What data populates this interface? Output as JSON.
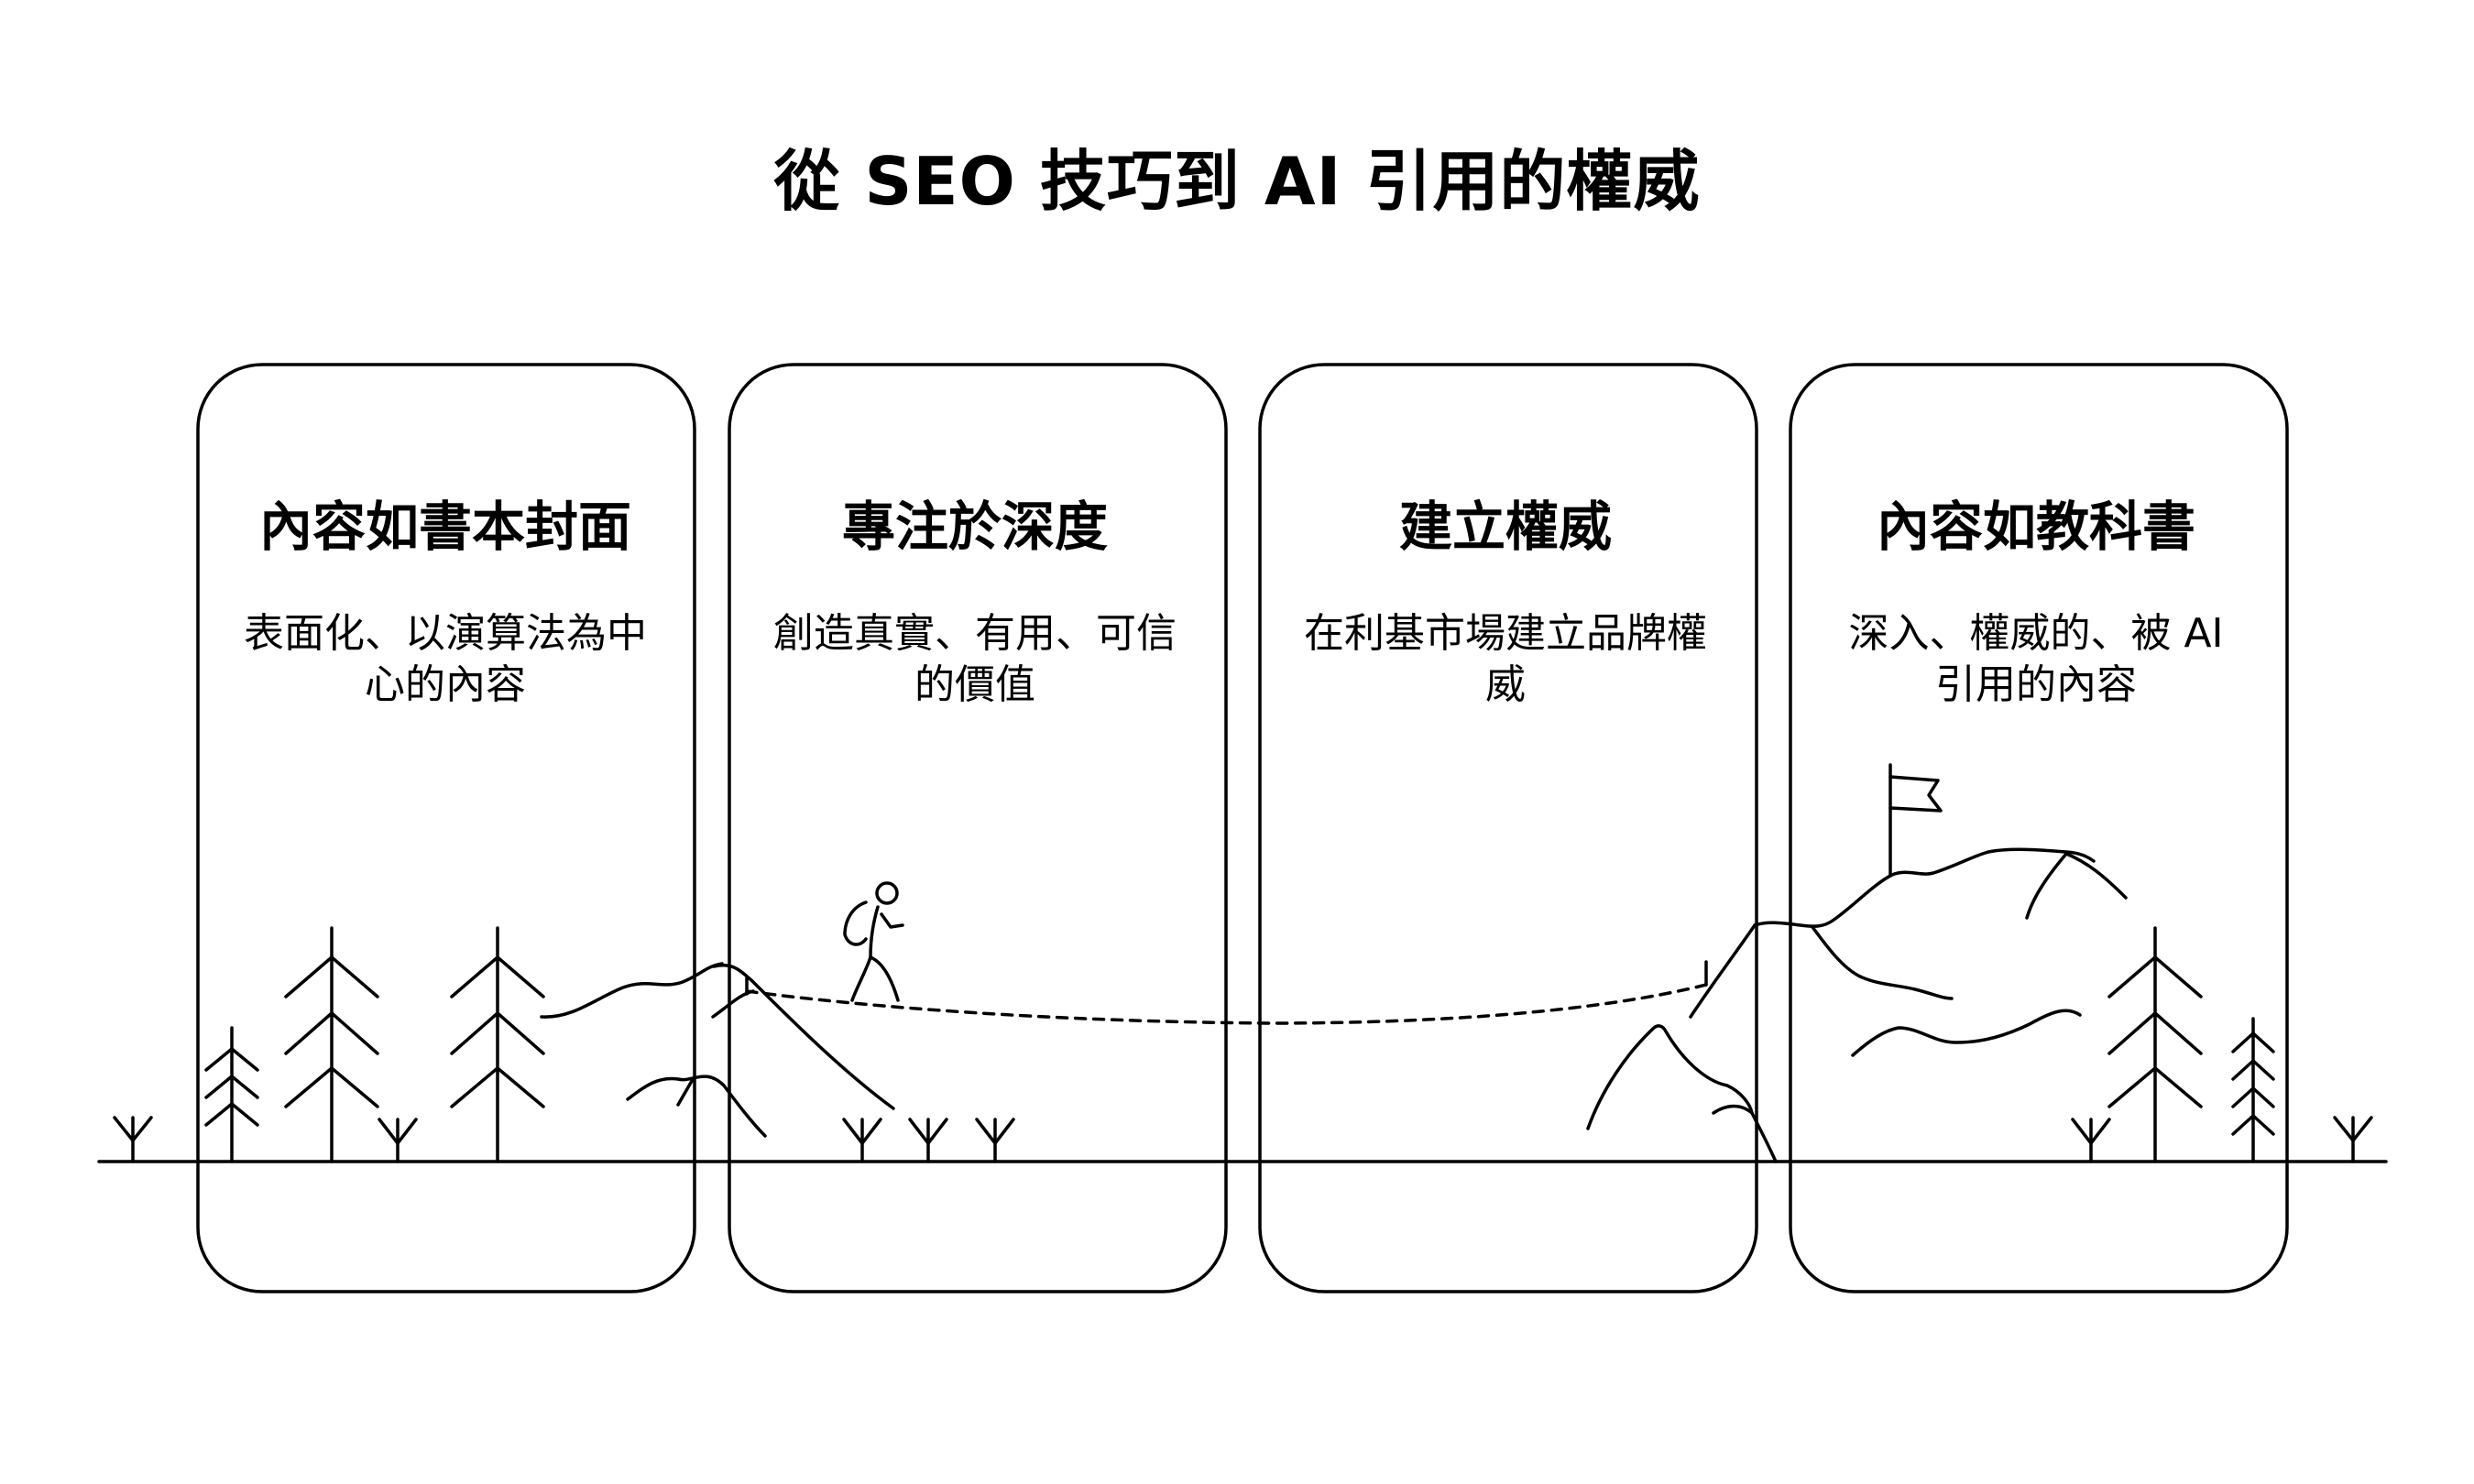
{
  "title": "從 SEO 技巧到 AI 引用的權威",
  "cards": [
    {
      "heading": "內容如書本封面",
      "description": "表面化、以演算法為中心的內容"
    },
    {
      "heading": "專注於深度",
      "description": "創造真實、有用、可信的價值"
    },
    {
      "heading": "建立權威",
      "description": "在利基市場建立品牌權威"
    },
    {
      "heading": "內容如教科書",
      "description": "深入、權威的、被 AI 引用的內容"
    }
  ],
  "icons": [
    "pine-tree-icon",
    "grass-sprout-icon",
    "mountain-icon",
    "hiker-icon",
    "flag-icon"
  ],
  "colors": {
    "line": "#000000",
    "background": "#ffffff"
  }
}
